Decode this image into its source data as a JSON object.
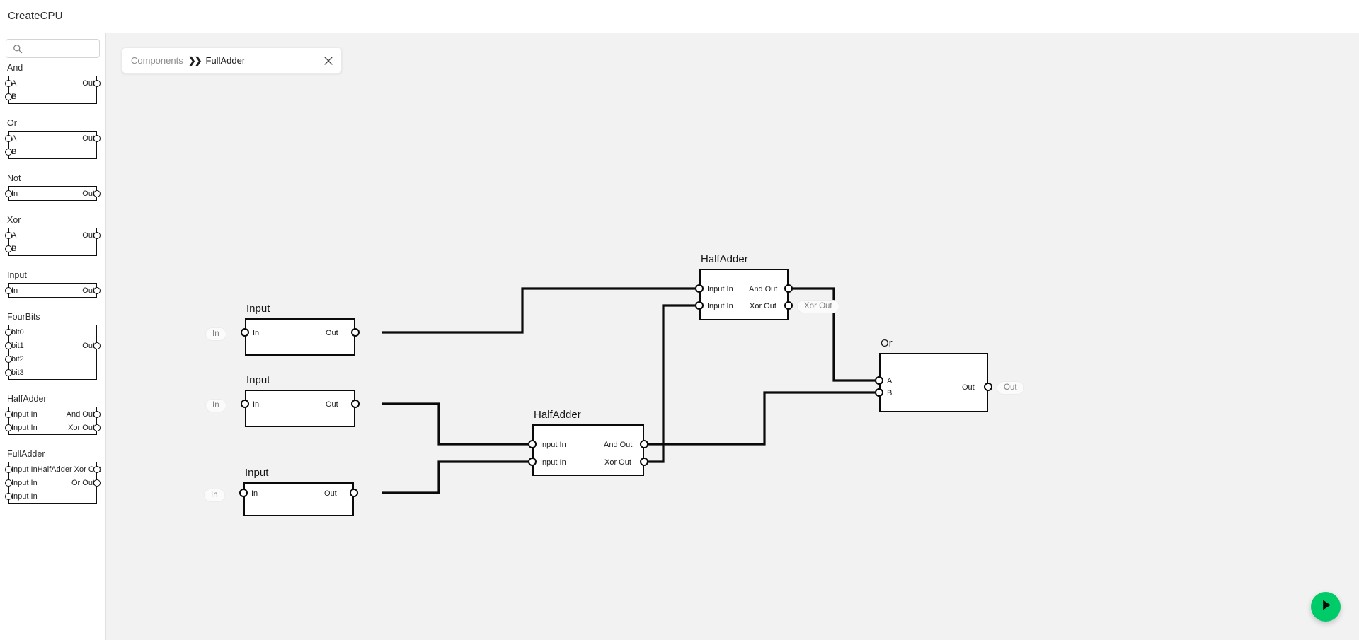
{
  "app": {
    "title": "CreateCPU"
  },
  "search": {
    "placeholder": "",
    "value": "",
    "icon": "search-icon"
  },
  "breadcrumb": {
    "root": "Components",
    "separator": "❯❯",
    "current": "FullAdder",
    "close_icon": "close-icon"
  },
  "fab": {
    "icon": "play-icon",
    "color": "#00cb69",
    "label": "Run"
  },
  "palette": {
    "items": [
      {
        "name": "And",
        "inputs": [
          "A",
          "B"
        ],
        "outputs": [
          "Out"
        ]
      },
      {
        "name": "Or",
        "inputs": [
          "A",
          "B"
        ],
        "outputs": [
          "Out"
        ]
      },
      {
        "name": "Not",
        "inputs": [
          "In"
        ],
        "outputs": [
          "Out"
        ]
      },
      {
        "name": "Xor",
        "inputs": [
          "A",
          "B"
        ],
        "outputs": [
          "Out"
        ]
      },
      {
        "name": "Input",
        "inputs": [
          "In"
        ],
        "outputs": [
          "Out"
        ]
      },
      {
        "name": "FourBits",
        "inputs": [
          "bit0",
          "bit1",
          "bit2",
          "bit3"
        ],
        "outputs": [
          "Out"
        ]
      },
      {
        "name": "HalfAdder",
        "inputs": [
          "Input In",
          "Input In"
        ],
        "outputs": [
          "And Out",
          "Xor Out"
        ]
      },
      {
        "name": "FullAdder",
        "inputs": [
          "Input In",
          "Input In",
          "Input In"
        ],
        "outputs": [
          "HalfAdder Xor Out",
          "Or Out"
        ]
      }
    ]
  },
  "canvas": {
    "nodes": [
      {
        "id": "input1",
        "title": "Input",
        "in_pill": "In",
        "inputs": [
          "In"
        ],
        "outputs": [
          "Out"
        ]
      },
      {
        "id": "input2",
        "title": "Input",
        "in_pill": "In",
        "inputs": [
          "In"
        ],
        "outputs": [
          "Out"
        ]
      },
      {
        "id": "input3",
        "title": "Input",
        "in_pill": "In",
        "inputs": [
          "In"
        ],
        "outputs": [
          "Out"
        ]
      },
      {
        "id": "halfadder_top",
        "title": "HalfAdder",
        "out_pill": "Xor Out",
        "inputs": [
          "Input In",
          "Input In"
        ],
        "outputs": [
          "And Out",
          "Xor Out"
        ]
      },
      {
        "id": "halfadder_bottom",
        "title": "HalfAdder",
        "inputs": [
          "Input In",
          "Input In"
        ],
        "outputs": [
          "And Out",
          "Xor Out"
        ]
      },
      {
        "id": "or1",
        "title": "Or",
        "out_pill": "Out",
        "inputs": [
          "A",
          "B"
        ],
        "outputs": [
          "Out"
        ]
      }
    ]
  }
}
